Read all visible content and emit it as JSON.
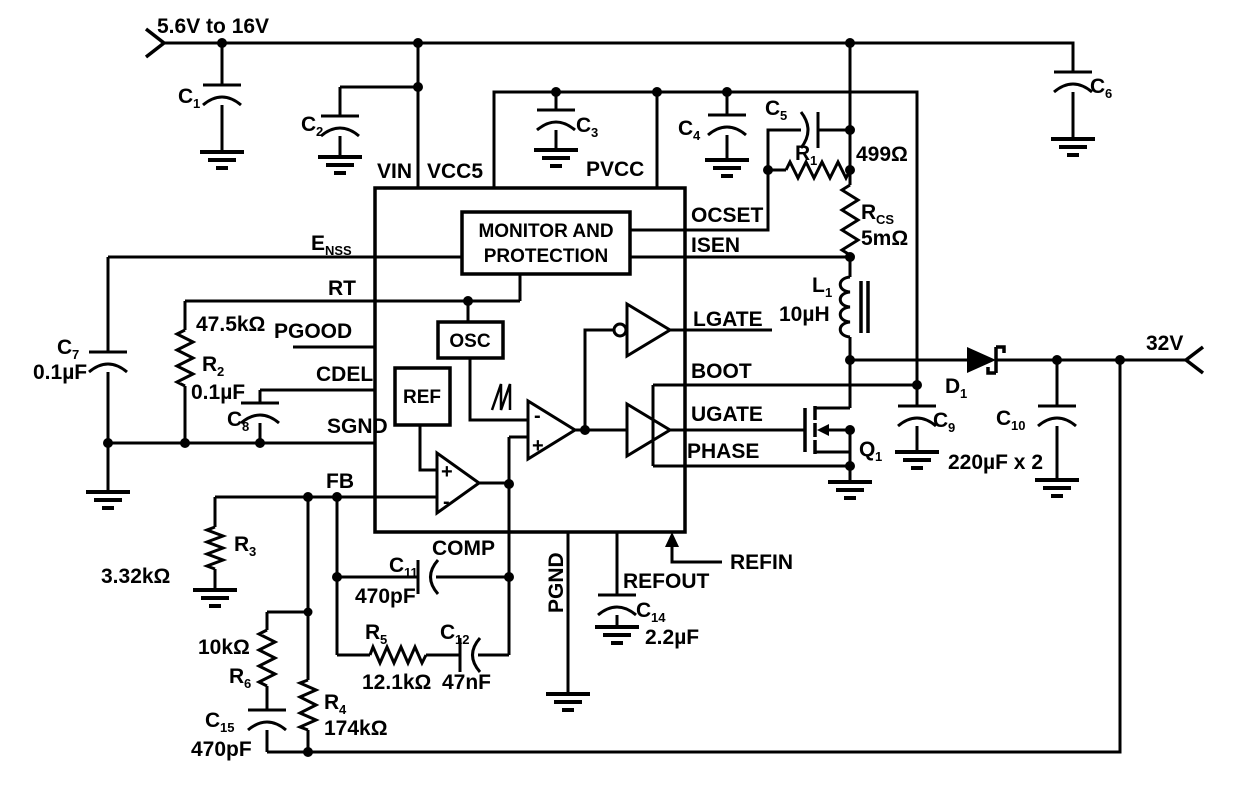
{
  "io": {
    "input_voltage": "5.6V to 16V",
    "output_voltage": "32V"
  },
  "ic": {
    "blocks": {
      "monitor_line1": "MONITOR AND",
      "monitor_line2": "PROTECTION",
      "osc": "OSC",
      "ref": "REF"
    },
    "pins": {
      "vin": "VIN",
      "vcc5": "VCC5",
      "pvcc": "PVCC",
      "ocset": "OCSET",
      "isen": "ISEN",
      "lgate": "LGATE",
      "boot": "BOOT",
      "ugate": "UGATE",
      "phase": "PHASE",
      "enss_base": "E",
      "enss_sub": "NSS",
      "rt": "RT",
      "pgood": "PGOOD",
      "cdel": "CDEL",
      "sgnd": "SGND",
      "fb": "FB",
      "comp": "COMP",
      "pgnd": "PGND",
      "refout": "REFOUT",
      "refin": "REFIN"
    },
    "marks": {
      "plus": "+",
      "minus": "-"
    }
  },
  "components": {
    "c1": {
      "ref": "C",
      "sub": "1"
    },
    "c2": {
      "ref": "C",
      "sub": "2"
    },
    "c3": {
      "ref": "C",
      "sub": "3"
    },
    "c4": {
      "ref": "C",
      "sub": "4"
    },
    "c5": {
      "ref": "C",
      "sub": "5"
    },
    "c6": {
      "ref": "C",
      "sub": "6"
    },
    "c7": {
      "ref": "C",
      "sub": "7",
      "value": "0.1µF"
    },
    "c8": {
      "ref": "C",
      "sub": "8",
      "value": "0.1µF"
    },
    "c9": {
      "ref": "C",
      "sub": "9"
    },
    "c10": {
      "ref": "C",
      "sub": "10",
      "value": "220µF x 2"
    },
    "c11": {
      "ref": "C",
      "sub": "11",
      "value": "470pF"
    },
    "c12": {
      "ref": "C",
      "sub": "12",
      "value": "47nF"
    },
    "c14": {
      "ref": "C",
      "sub": "14",
      "value": "2.2µF"
    },
    "c15": {
      "ref": "C",
      "sub": "15",
      "value": "470pF"
    },
    "r1": {
      "ref": "R",
      "sub": "1",
      "value": "499Ω"
    },
    "r2": {
      "ref": "R",
      "sub": "2",
      "value": "47.5kΩ"
    },
    "r3": {
      "ref": "R",
      "sub": "3",
      "value": "3.32kΩ"
    },
    "r4": {
      "ref": "R",
      "sub": "4",
      "value": "174kΩ"
    },
    "r5": {
      "ref": "R",
      "sub": "5",
      "value": "12.1kΩ"
    },
    "r6": {
      "ref": "R",
      "sub": "6",
      "value": "10kΩ"
    },
    "rcs": {
      "ref": "R",
      "sub": "CS",
      "value": "5mΩ"
    },
    "l1": {
      "ref": "L",
      "sub": "1",
      "value": "10µH"
    },
    "d1": {
      "ref": "D",
      "sub": "1"
    },
    "q1": {
      "ref": "Q",
      "sub": "1"
    }
  }
}
